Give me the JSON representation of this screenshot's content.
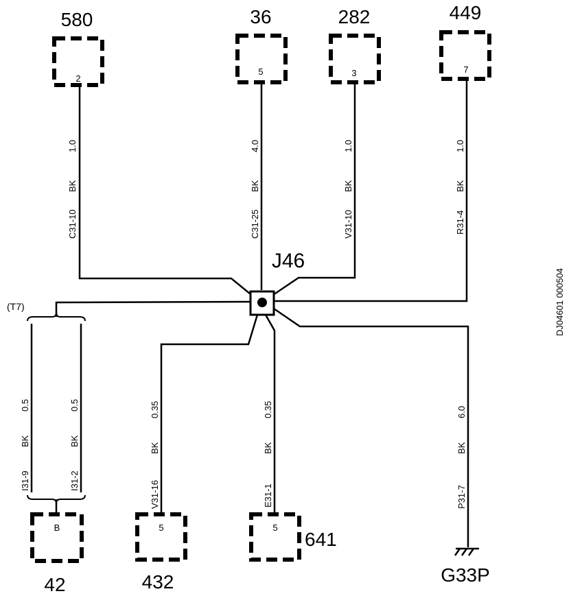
{
  "connectors": {
    "c580": {
      "number": "580",
      "pin": "2"
    },
    "c36": {
      "number": "36",
      "pin": "5"
    },
    "c282": {
      "number": "282",
      "pin": "3"
    },
    "c449": {
      "number": "449",
      "pin": "7"
    },
    "c42": {
      "number": "42",
      "pin": "B"
    },
    "c432": {
      "number": "432",
      "pin": "5"
    },
    "c641": {
      "number": "641",
      "pin": "5"
    }
  },
  "wires": {
    "w580": {
      "circuit": "C31-10",
      "color": "BK",
      "size": "1.0"
    },
    "w36": {
      "circuit": "C31-25",
      "color": "BK",
      "size": "4.0"
    },
    "w282": {
      "circuit": "V31-10",
      "color": "BK",
      "size": "1.0"
    },
    "w449": {
      "circuit": "R31-4",
      "color": "BK",
      "size": "1.0"
    },
    "w42a": {
      "circuit": "I31-9",
      "color": "BK",
      "size": "0.5"
    },
    "w42b": {
      "circuit": "I31-2",
      "color": "BK",
      "size": "0.5"
    },
    "w432": {
      "circuit": "V31-16",
      "color": "BK",
      "size": "0.35"
    },
    "w641": {
      "circuit": "E31-1",
      "color": "BK",
      "size": "0.35"
    },
    "wgnd": {
      "circuit": "P31-7",
      "color": "BK",
      "size": "6.0"
    }
  },
  "splice": {
    "label": "J46"
  },
  "twist": {
    "label": "(T7)"
  },
  "ground": {
    "label": "G33P"
  },
  "reference": {
    "code": "DJ04601 000504"
  }
}
